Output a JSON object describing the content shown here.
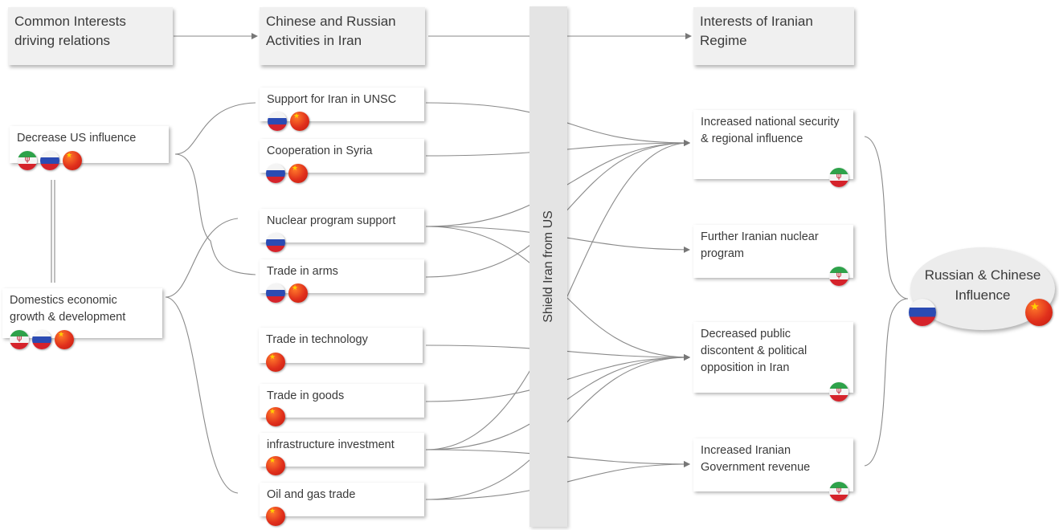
{
  "headers": {
    "common": "Common Interests driving relations",
    "activities": "Chinese and Russian Activities in Iran",
    "interests": "Interests of Iranian Regime"
  },
  "shield_label": "Shield Iran from US",
  "common": [
    {
      "id": "us",
      "label": "Decrease US influence",
      "flags": [
        "ir",
        "ru",
        "cn"
      ]
    },
    {
      "id": "econ",
      "label": "Domestics economic growth & development",
      "flags": [
        "ir",
        "ru",
        "cn"
      ]
    }
  ],
  "activities": [
    {
      "id": "unsc",
      "label": "Support for Iran in UNSC",
      "flags": [
        "ru",
        "cn"
      ]
    },
    {
      "id": "syria",
      "label": "Cooperation in Syria",
      "flags": [
        "ru",
        "cn"
      ]
    },
    {
      "id": "nuclear",
      "label": "Nuclear program support",
      "flags": [
        "ru"
      ]
    },
    {
      "id": "arms",
      "label": "Trade in arms",
      "flags": [
        "ru",
        "cn"
      ]
    },
    {
      "id": "tech",
      "label": "Trade in technology",
      "flags": [
        "cn"
      ]
    },
    {
      "id": "goods",
      "label": "Trade in goods",
      "flags": [
        "cn"
      ]
    },
    {
      "id": "infra",
      "label": "infrastructure investment",
      "flags": [
        "cn"
      ]
    },
    {
      "id": "oil",
      "label": "Oil and gas trade",
      "flags": [
        "cn"
      ]
    }
  ],
  "interests": [
    {
      "id": "security",
      "label": "Increased national security & regional influence",
      "flags": [
        "ir"
      ]
    },
    {
      "id": "nuke",
      "label": "Further Iranian nuclear program",
      "flags": [
        "ir"
      ]
    },
    {
      "id": "discontent",
      "label": "Decreased public discontent & political opposition in Iran",
      "flags": [
        "ir"
      ]
    },
    {
      "id": "revenue",
      "label": "Increased Iranian Government revenue",
      "flags": [
        "ir"
      ]
    }
  ],
  "outcome": {
    "label": "Russian & Chinese Influence",
    "flags": [
      "ru",
      "cn"
    ]
  },
  "flag_names": {
    "ru": "russia-flag-icon",
    "cn": "china-flag-icon",
    "ir": "iran-flag-icon"
  },
  "colors": {
    "connector": "#8a8a8a",
    "header_bg": "#f0f0f0",
    "shield_bg": "#e4e4e4"
  }
}
